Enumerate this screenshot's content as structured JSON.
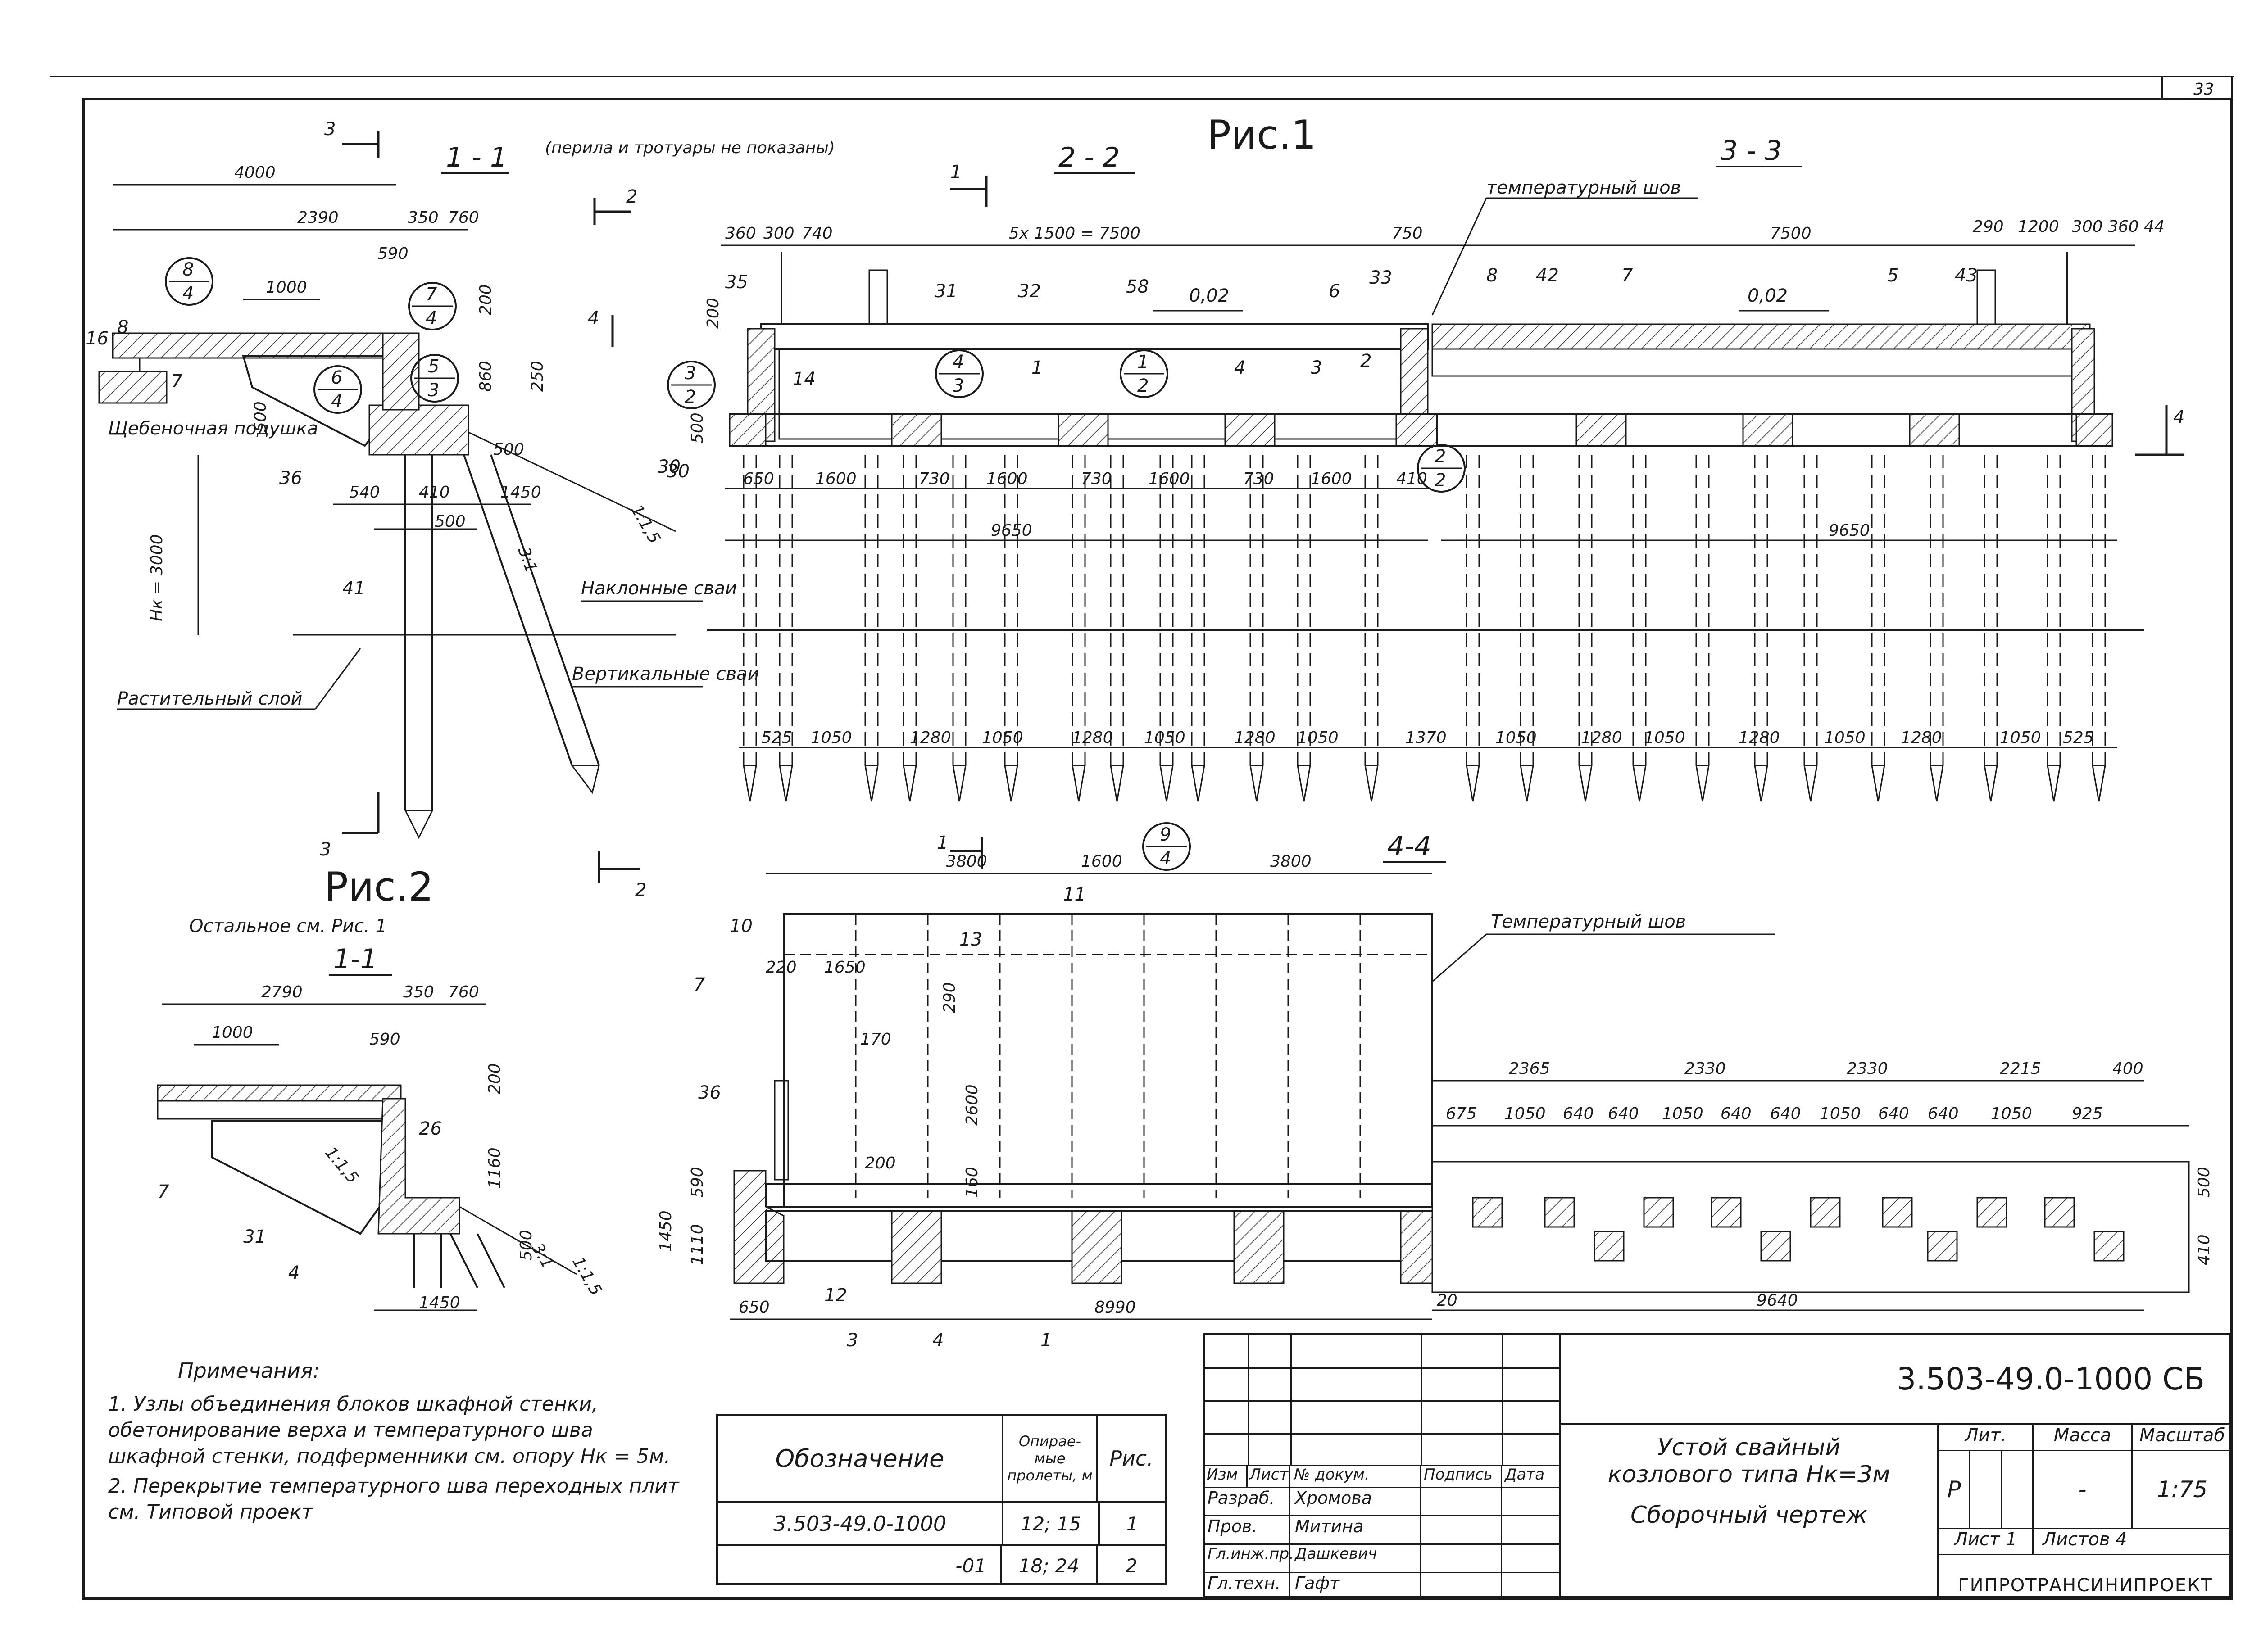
{
  "sheet_number": "33",
  "fig1": {
    "title": "Рис.1",
    "sec_11": "1 - 1",
    "sec_11_note": "(перила и тротуары не показаны)",
    "sec_22": "2 - 2",
    "sec_33": "3 - 3",
    "cut_3": "3",
    "cut_2": "2",
    "cut_1": "1",
    "cut_4": "4",
    "temp_joint": "температурный шов",
    "crushed_stone": "Щебеночная подушка",
    "vegetative": "Растительный слой",
    "inclined_piles": "Наклонные сваи",
    "vertical_piles": "Вертикальные сваи",
    "hk": "Hк = 3000",
    "slope_a": "1:1,5",
    "slope_b": "3:1",
    "dims_11": [
      "4000",
      "2390",
      "350",
      "760",
      "590",
      "1000",
      "200",
      "860",
      "250",
      "500",
      "500",
      "540",
      "410",
      "1450",
      "500"
    ],
    "dims_22": [
      "360",
      "300",
      "740",
      "5x 1500 = 7500",
      "750",
      "200",
      "30",
      "500",
      "650",
      "1600",
      "730",
      "1600",
      "730",
      "1600",
      "730",
      "1600",
      "410",
      "9650",
      "0,02"
    ],
    "dims_33": [
      "7500",
      "290",
      "1200",
      "300",
      "360",
      "44",
      "0,02",
      "9650"
    ],
    "pile_spacing": [
      "525",
      "1050",
      "1280",
      "1050",
      "1280",
      "1050",
      "1280",
      "1050",
      "1370",
      "1050",
      "1280",
      "1050",
      "1280",
      "1050",
      "1280",
      "1050",
      "525"
    ],
    "callouts": [
      {
        "num": "8",
        "den": "4"
      },
      {
        "num": "7",
        "den": "4"
      },
      {
        "num": "6",
        "den": "4"
      },
      {
        "num": "5",
        "den": "3"
      },
      {
        "num": "3",
        "den": "2"
      },
      {
        "num": "4",
        "den": "3"
      },
      {
        "num": "1",
        "den": "2"
      },
      {
        "num": "2",
        "den": "2"
      }
    ],
    "marks": [
      "8",
      "16",
      "7",
      "36",
      "41",
      "30",
      "35",
      "31",
      "32",
      "58",
      "6",
      "33",
      "14",
      "1",
      "4",
      "3",
      "2",
      "42",
      "5",
      "43"
    ]
  },
  "fig2": {
    "title": "Рис.2",
    "subtitle": "Остальное см. Рис. 1",
    "sec": "1-1",
    "dims": [
      "2790",
      "350",
      "760",
      "1000",
      "590",
      "200",
      "1160",
      "500",
      "1450",
      "1:1,5",
      "3:1",
      "1:1,5"
    ],
    "marks": [
      "26",
      "7",
      "31",
      "4"
    ]
  },
  "sec_44": {
    "title": "4-4",
    "temp_joint": "Температурный шов",
    "callout": {
      "num": "9",
      "den": "4"
    },
    "dims": [
      "3800",
      "1600",
      "3800",
      "220",
      "1650",
      "290",
      "170",
      "2600",
      "200",
      "160",
      "590",
      "1450",
      "1110",
      "650",
      "8990",
      "20",
      "9640",
      "500",
      "410"
    ],
    "plan_dims_top": [
      "2365",
      "2330",
      "2330",
      "2215",
      "400"
    ],
    "plan_dims_bot": [
      "675",
      "1050",
      "640",
      "640",
      "1050",
      "640",
      "640",
      "1050",
      "640",
      "640",
      "1050",
      "925"
    ],
    "marks": [
      "10",
      "11",
      "13",
      "7",
      "36",
      "12",
      "3",
      "4",
      "1"
    ]
  },
  "notes": {
    "title": "Примечания:",
    "items": [
      "1. Узлы объединения блоков шкафной стенки, обетонирование верха и температурного шва шкафной стенки, подферменники см. опору Hк = 5м.",
      "2. Перекрытие температурного шва переходных плит см. Типовой проект"
    ]
  },
  "spec_table": {
    "headers": [
      "Обозначение",
      "Опирае-мые пролеты, м",
      "Рис."
    ],
    "rows": [
      [
        "3.503-49.0-1000",
        "12; 15",
        "1"
      ],
      [
        "-01",
        "18; 24",
        "2"
      ]
    ]
  },
  "title_block": {
    "code": "3.503-49.0-1000 СБ",
    "name_line1": "Устой свайный",
    "name_line2": "козлового типа Hк=3м",
    "doc_type": "Сборочный чертеж",
    "col_headers": [
      "Изм",
      "Лист",
      "№ докум.",
      "Подпись",
      "Дата"
    ],
    "roles": [
      {
        "role": "Разраб.",
        "name": "Хромова"
      },
      {
        "role": "Пров.",
        "name": "Митина"
      },
      {
        "role": "Гл.инж.пр.",
        "name": "Дашкевич"
      },
      {
        "role": "Гл.техн.",
        "name": "Гафт"
      }
    ],
    "lit_label": "Лит.",
    "mass_label": "Масса",
    "scale_label": "Масштаб",
    "lit_value": "Р",
    "mass_value": "-",
    "scale_value": "1:75",
    "sheet_label": "Лист 1",
    "sheets_label": "Листов 4",
    "org": "ГИПРОТРАНСИНИПРОЕКТ"
  }
}
